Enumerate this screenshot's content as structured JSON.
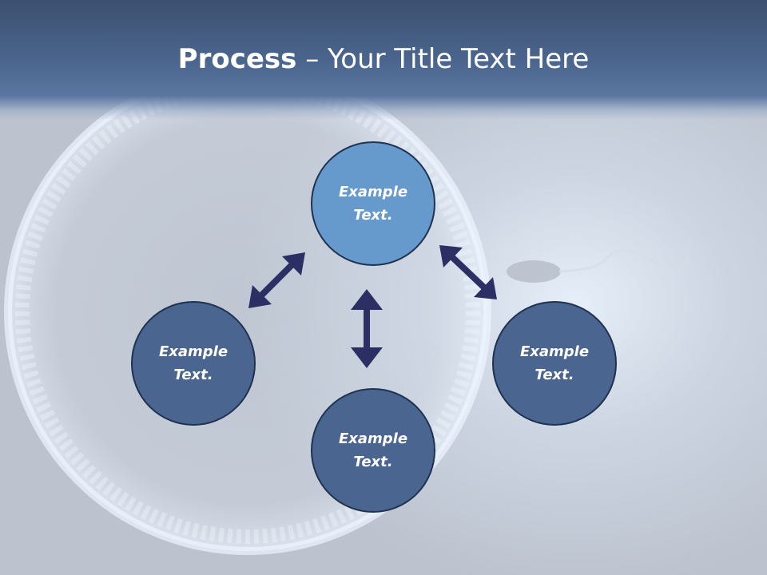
{
  "slide": {
    "title_bold": "Process",
    "title_separator": " – ",
    "title_rest": "Your Title Text Here"
  },
  "nodes": [
    {
      "id": "top",
      "label": "Example Text.",
      "fill": "#6699cc"
    },
    {
      "id": "left",
      "label": "Example Text.",
      "fill": "#4a6590"
    },
    {
      "id": "bottom",
      "label": "Example Text.",
      "fill": "#4a6590"
    },
    {
      "id": "right",
      "label": "Example Text.",
      "fill": "#4a6590"
    }
  ],
  "colors": {
    "header": "#4c6790",
    "arrow": "#2b2f63",
    "node_border": "#1f3350"
  }
}
